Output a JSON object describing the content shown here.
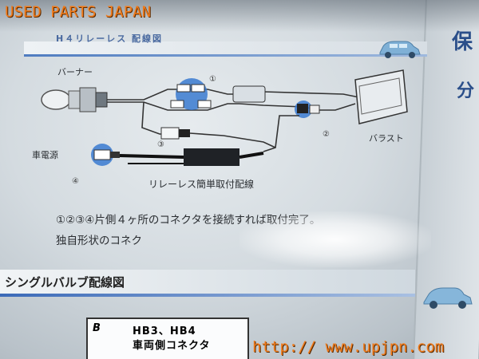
{
  "watermarks": {
    "top_left": "USED PARTS JAPAN",
    "bottom_right": "http:// www.upjpn.com"
  },
  "section1": {
    "title": "H４リレーレス 配線図",
    "labels": {
      "burner": "バーナー",
      "ballast": "バラスト",
      "power": "車電源",
      "caption": "リレーレス簡単取付配線"
    },
    "markers": [
      "①",
      "②",
      "③",
      "④"
    ],
    "note_line1": "①②③④片側４ヶ所のコネクタを接続すれば取付完了。",
    "note_line2": "独自形状のコネク"
  },
  "section2": {
    "title": "シングルバルブ配線図",
    "box_letter": "B",
    "box_line1": "HB3、HB4",
    "box_line2": "車両側コネクタ"
  },
  "side_text": {
    "top": "保",
    "mid": "分"
  },
  "colors": {
    "accent_blue": "#4f7cc0",
    "watermark_orange": "#f07a1a",
    "connector_blue": "#3a7ad0"
  }
}
